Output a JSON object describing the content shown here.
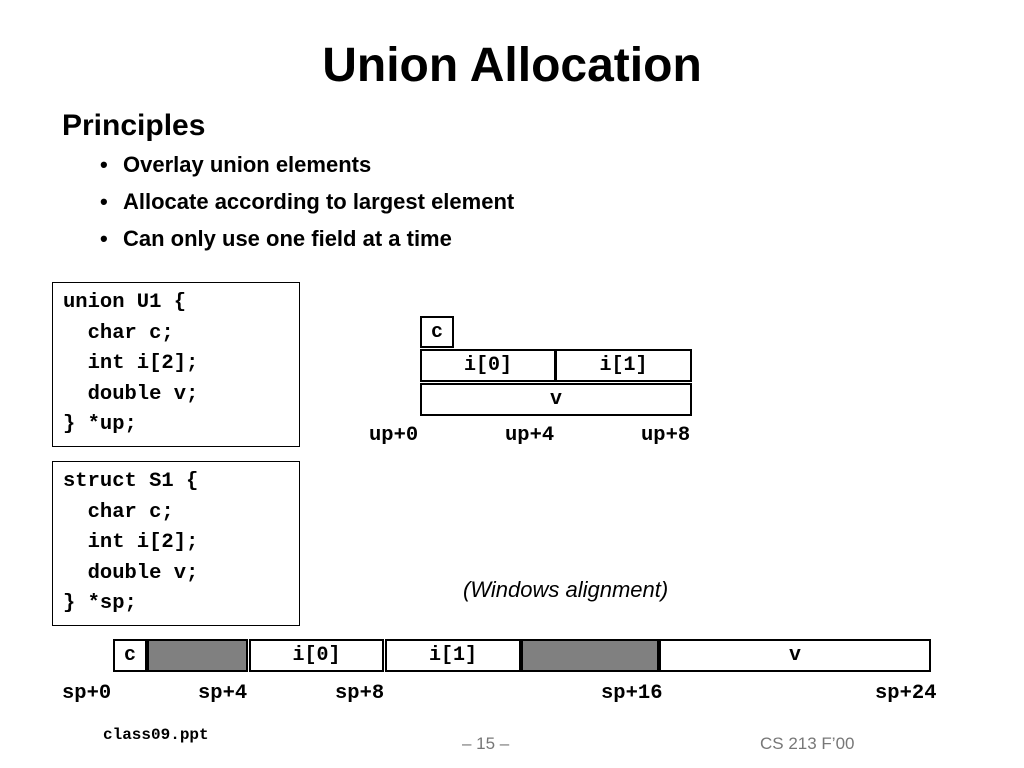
{
  "title": "Union Allocation",
  "heading": "Principles",
  "bullet_char": "•",
  "bullets": [
    "Overlay union elements",
    "Allocate according to largest element",
    "Can only use one field at a time"
  ],
  "union_code": [
    "union U1 {",
    "  char c;",
    "  int i[2];",
    "  double v;",
    "} *up;"
  ],
  "struct_code": [
    "struct S1 {",
    "  char c;",
    "  int i[2];",
    "  double v;",
    "} *sp;"
  ],
  "union_layout": {
    "c": "c",
    "i0": "i[0]",
    "i1": "i[1]",
    "v": "v",
    "offsets": [
      "up+0",
      "up+4",
      "up+8"
    ]
  },
  "alignment_note": "(Windows alignment)",
  "struct_layout": {
    "c": "c",
    "i0": "i[0]",
    "i1": "i[1]",
    "v": "v",
    "offsets": [
      "sp+0",
      "sp+4",
      "sp+8",
      "sp+16",
      "sp+24"
    ]
  },
  "footer": {
    "file": "class09.ppt",
    "page": "– 15 –",
    "course": "CS 213 F’00"
  },
  "colors": {
    "padding": "#808080",
    "footer_text": "#777777"
  }
}
